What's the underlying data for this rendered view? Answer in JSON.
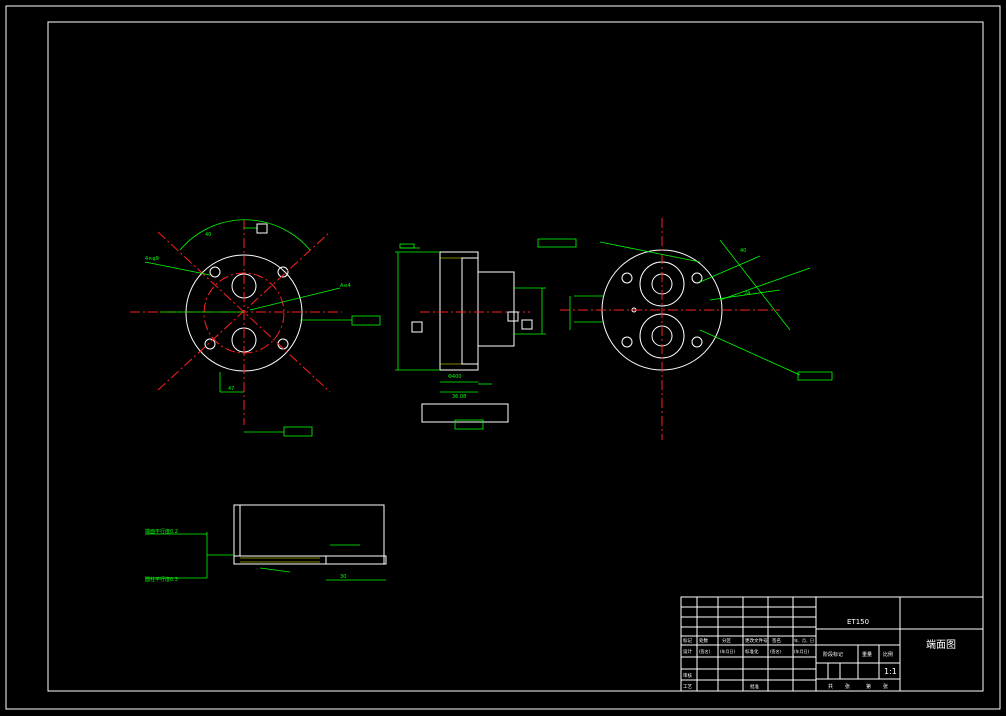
{
  "drawing": {
    "part_code": "ET150",
    "title": "端面图",
    "scale": "1:1",
    "sheet_footer": [
      "共",
      "张",
      "第",
      "张"
    ]
  },
  "title_block": {
    "row_labels_1": [
      "标记",
      "处数",
      "分区",
      "更改文件号",
      "签名",
      "年、月、日"
    ],
    "row_labels_2": [
      "设计",
      "(签名)",
      "(年月日)",
      "标准化",
      "(签名)",
      "(年月日)"
    ],
    "stage_mark": "阶段标记",
    "weight": "重量",
    "scale_label": "比例",
    "review": "审核",
    "process": "工艺",
    "approve": "批准"
  },
  "notes": {
    "note_top": "端面平行度0.2",
    "note_bottom": "圆柱平行度0.3"
  },
  "colors": {
    "frame": "#ffffff",
    "centerline": "#ff2020",
    "dimension": "#00ff00",
    "hatch": "#ffff00",
    "background": "#000000"
  }
}
